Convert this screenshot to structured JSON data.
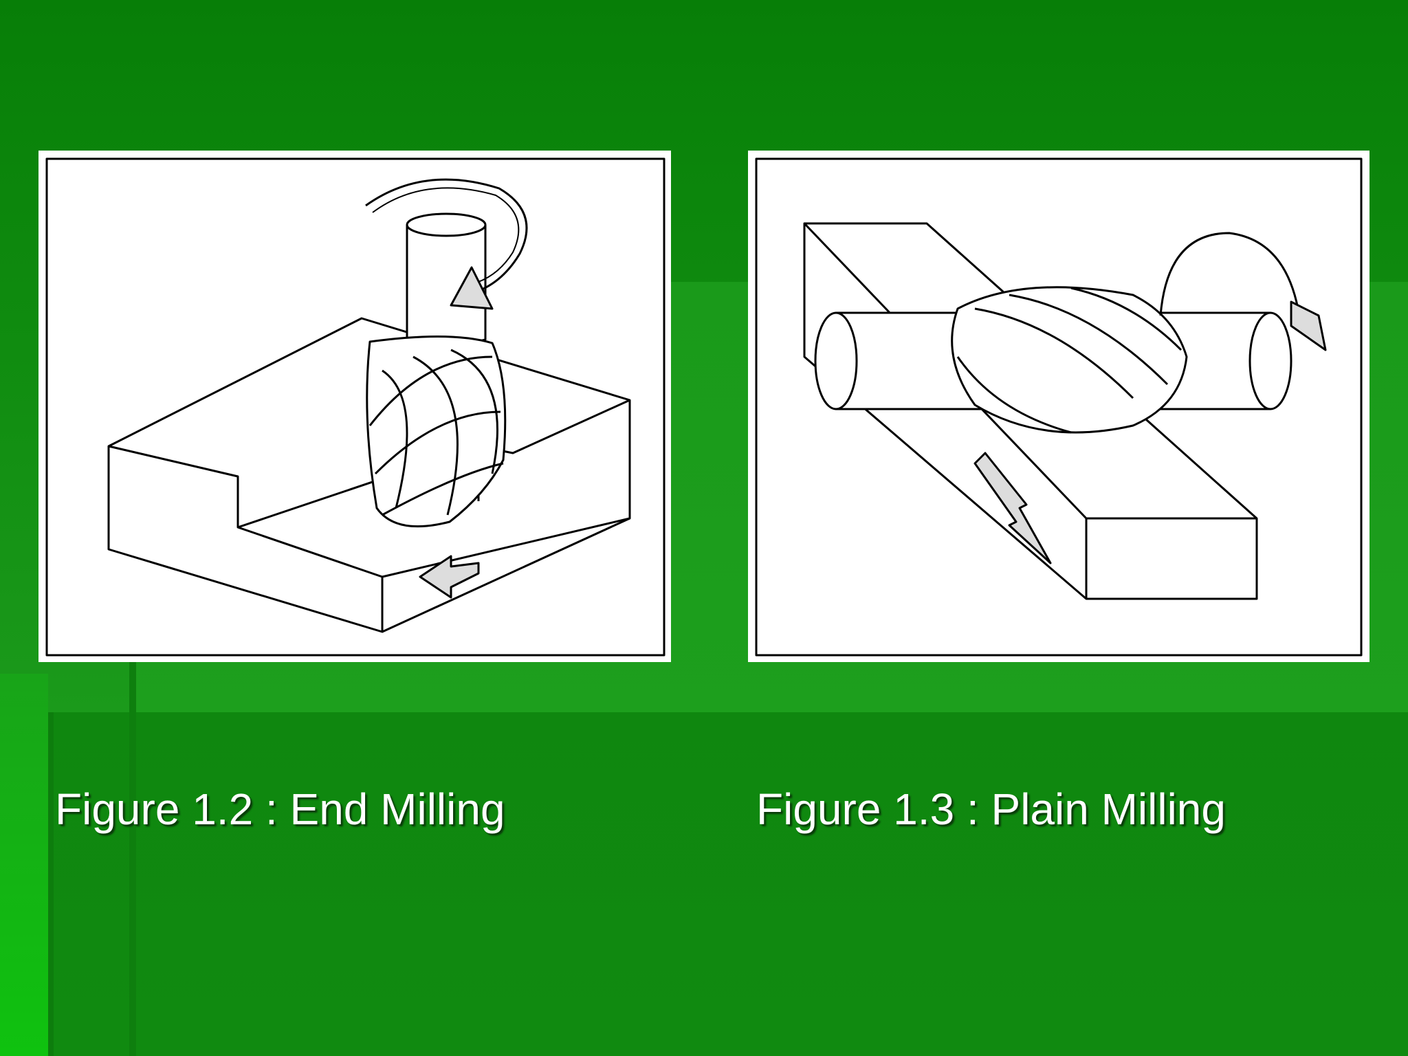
{
  "slide": {
    "background_color": "#0b8a0b",
    "figures": [
      {
        "caption": "Figure 1.2 : End Milling",
        "illustration": "end-milling-diagram"
      },
      {
        "caption": "Figure 1.3 : Plain Milling",
        "illustration": "plain-milling-diagram"
      }
    ]
  }
}
